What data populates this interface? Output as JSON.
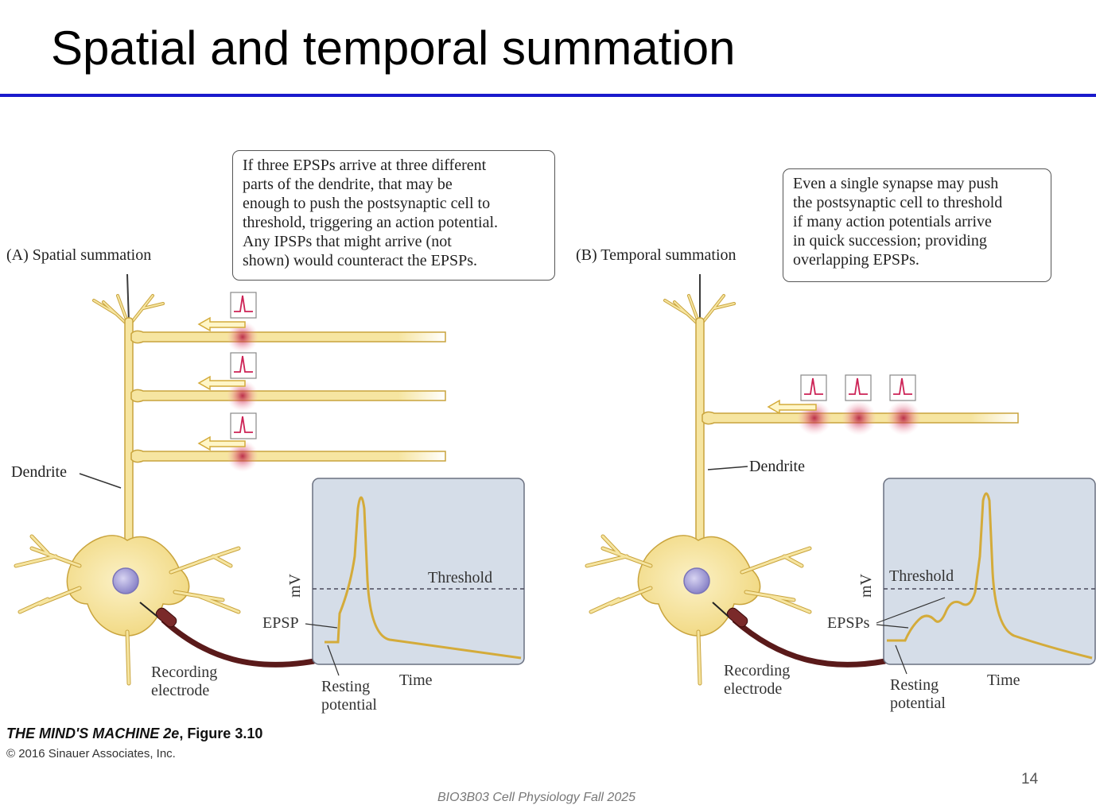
{
  "slide": {
    "title": "Spatial and temporal summation",
    "page_number": "14",
    "footer": "BIO3B03 Cell Physiology Fall 2025"
  },
  "figure": {
    "caption_title": "THE MIND'S MACHINE 2e",
    "caption_figure": ", Figure 3.10",
    "caption_copyright": "© 2016 Sinauer Associates, Inc.",
    "panel_a": {
      "label": "(A) Spatial summation",
      "callout_lines": [
        "If three EPSPs arrive at three different",
        "parts of the dendrite, that may be",
        "enough to push the postsynaptic cell to",
        "threshold, triggering an action potential.",
        "Any IPSPs that might arrive (not",
        "shown) would counteract the EPSPs."
      ],
      "dendrite_label": "Dendrite",
      "threshold_label": "Threshold",
      "epsp_label": "EPSP",
      "y_axis_label": "mV",
      "time_label": "Time",
      "recording_label_1": "Recording",
      "recording_label_2": "electrode",
      "resting_label_1": "Resting",
      "resting_label_2": "potential"
    },
    "panel_b": {
      "label": "(B) Temporal summation",
      "callout_lines": [
        "Even a single synapse may push",
        "the postsynaptic cell to threshold",
        "if many action potentials arrive",
        "in quick succession; providing",
        "overlapping EPSPs."
      ],
      "dendrite_label": "Dendrite",
      "threshold_label": "Threshold",
      "epsp_label": "EPSPs",
      "y_axis_label": "mV",
      "time_label": "Time",
      "recording_label_1": "Recording",
      "recording_label_2": "electrode",
      "resting_label_1": "Resting",
      "resting_label_2": "potential"
    },
    "colors": {
      "neuron_fill": "#f6e5a1",
      "neuron_stroke": "#c9a43d",
      "nucleus": "#9b95d2",
      "trace": "#d4ab3a",
      "graph_bg": "#d5dde8",
      "electrode": "#5a1a1a",
      "spike_icon": "#cc2255",
      "arrow_fill": "#fff6c8",
      "title_rule": "#1a1acc"
    }
  }
}
